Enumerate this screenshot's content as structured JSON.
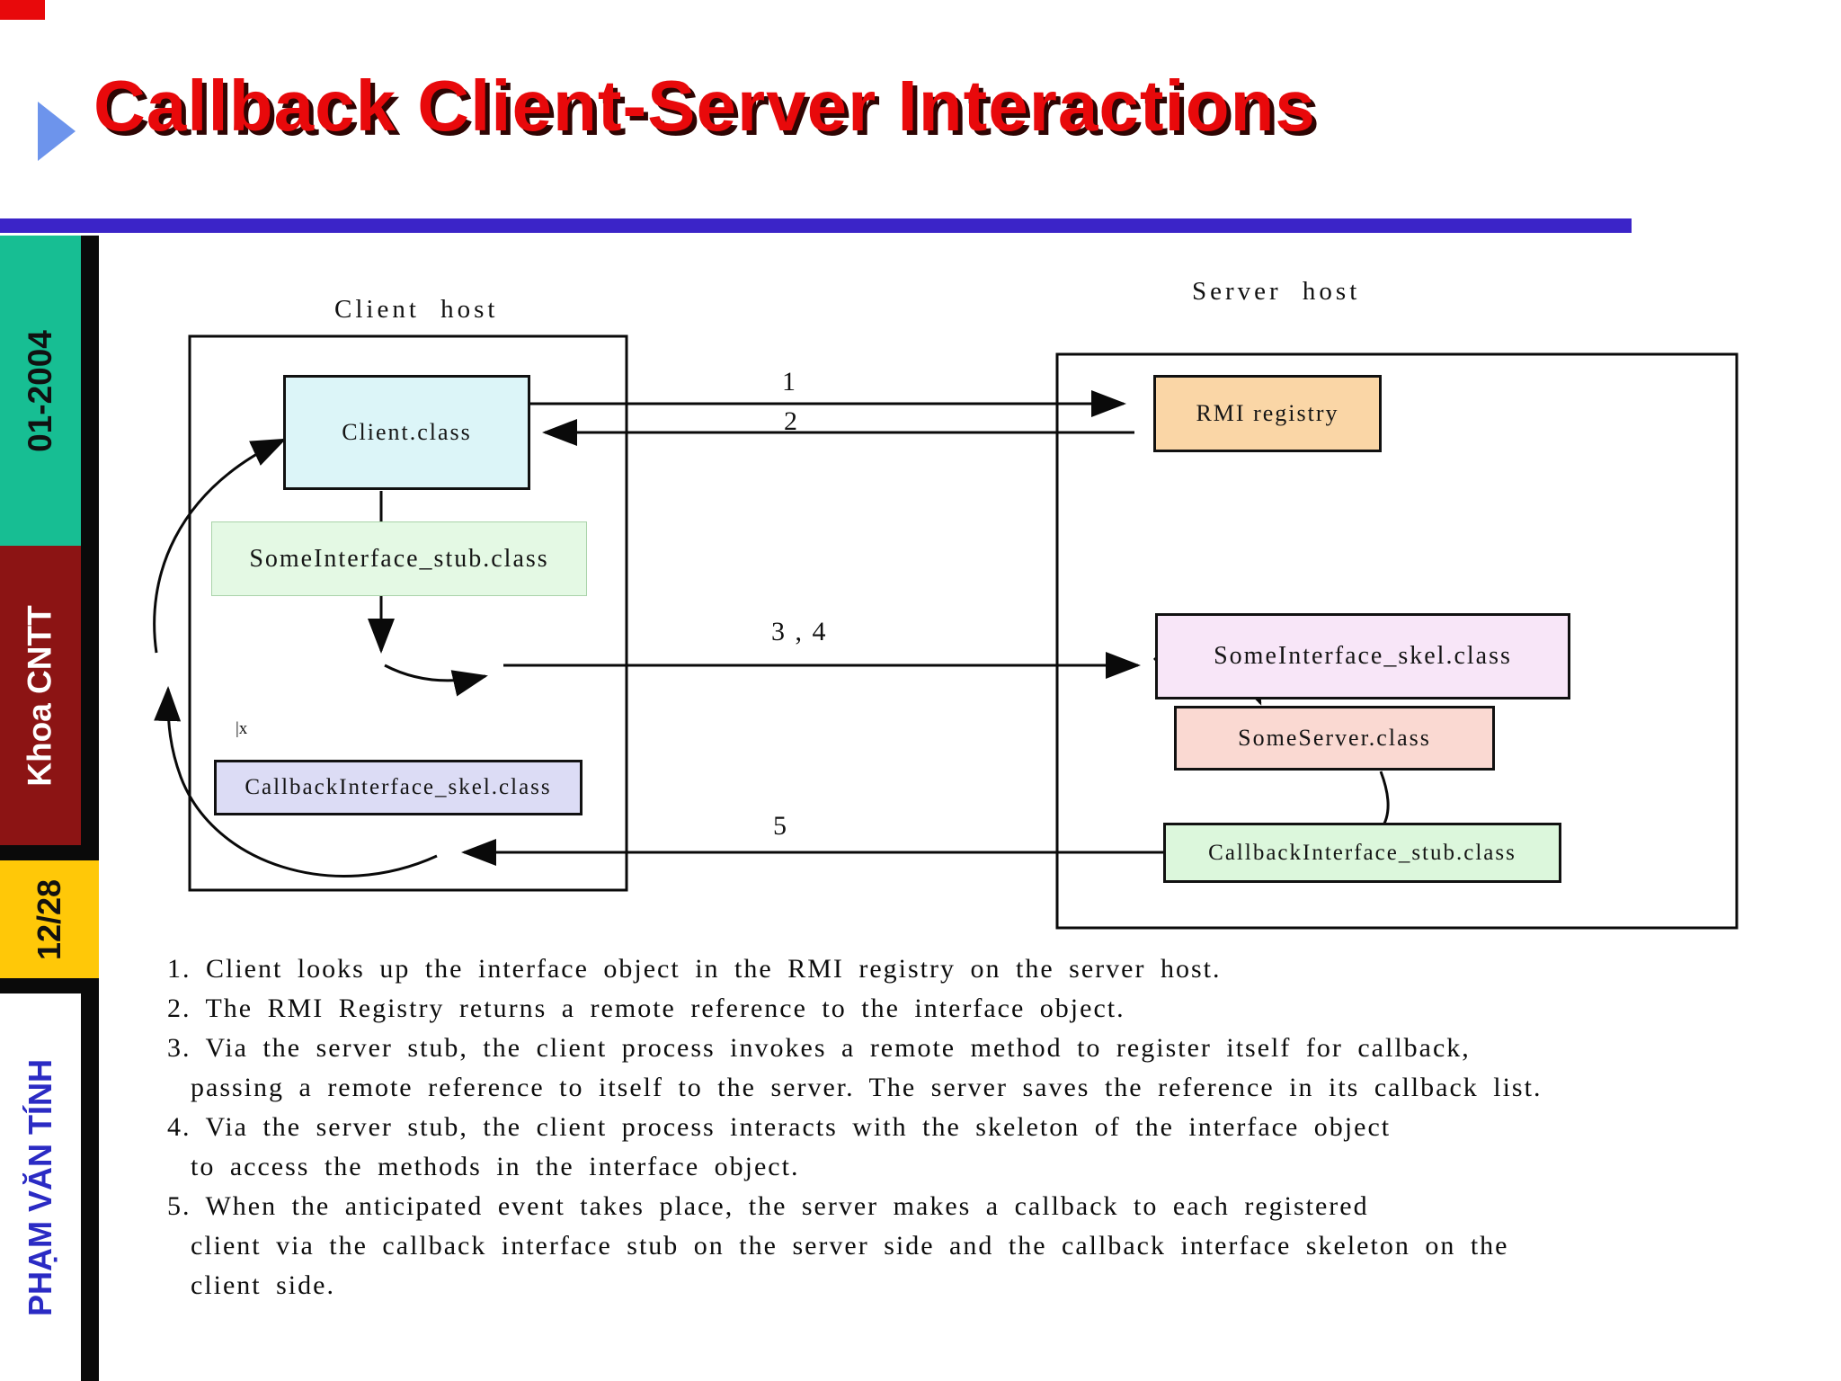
{
  "header": {
    "title": "Callback Client-Server Interactions"
  },
  "sidebar": {
    "date": "01-2004",
    "department": "Khoa CNTT",
    "page_indicator": "12/28",
    "author": "PHẠM VĂN TÍNH"
  },
  "diagram": {
    "client_host_label": "Client host",
    "server_host_label": "Server host",
    "client_class": "Client.class",
    "client_stub": "SomeInterface_stub.class",
    "client_callback_skel": "CallbackInterface_skel.class",
    "rmi_registry": "RMI registry",
    "server_skel": "SomeInterface_skel.class",
    "server_class": "SomeServer.class",
    "server_callback_stub": "CallbackInterface_stub.class",
    "arrow_label_1": "1",
    "arrow_label_2": "2",
    "arrow_label_34": "3 , 4",
    "arrow_label_5": "5",
    "stray_mark": "|x"
  },
  "notes": {
    "lines": [
      {
        "text": "1. Client looks up the interface object in the RMI registry on the server host.",
        "indent": false
      },
      {
        "text": "2. The RMI Registry returns a remote reference to the interface object.",
        "indent": false
      },
      {
        "text": "3. Via the server stub, the client process invokes a remote method to register itself for callback,",
        "indent": false
      },
      {
        "text": "passing a remote reference to itself to the server.  The server saves the reference in its callback list.",
        "indent": true
      },
      {
        "text": "4. Via the server stub, the client process interacts with the skeleton of the interface object",
        "indent": false
      },
      {
        "text": "to access the methods in the interface object.",
        "indent": true
      },
      {
        "text": "5. When the anticipated event takes place, the server makes a callback to each registered",
        "indent": false
      },
      {
        "text": "client via the callback interface stub on the server side and the callback interface skeleton on the",
        "indent": true
      },
      {
        "text": "client side.",
        "indent": true
      }
    ]
  },
  "colors": {
    "title_red": "#e8090b",
    "rule_blue": "#3b24c8",
    "sidebar_teal": "#17be93",
    "sidebar_maroon": "#8c1414",
    "sidebar_yellow": "#ffc808",
    "sidebar_author_blue": "#2b2bc4",
    "client_class_fill": "#dcf5f8",
    "client_stub_fill": "#e4f9e4",
    "client_skel_fill": "#dcdcf5",
    "rmi_registry_fill": "#fad6a6",
    "server_skel_fill": "#f8e6f8",
    "server_class_fill": "#fad9d2",
    "server_stub_fill": "#dcf7dc"
  }
}
